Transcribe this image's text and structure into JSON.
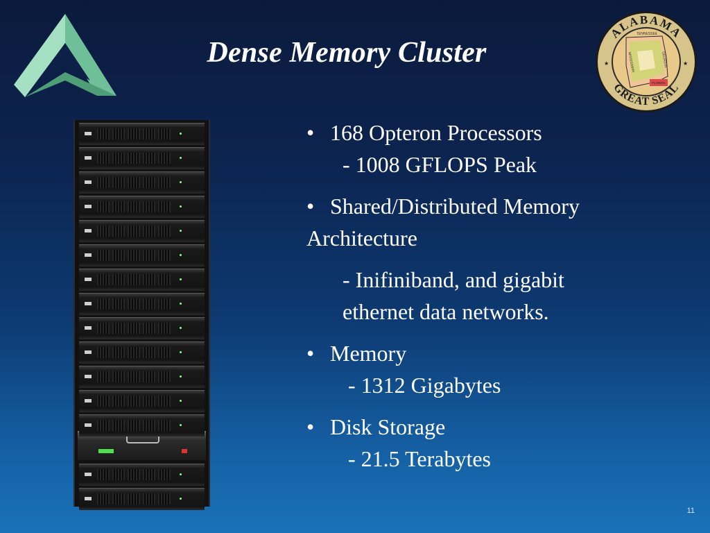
{
  "slide": {
    "title": "Dense Memory Cluster",
    "page_number": "11"
  },
  "seal": {
    "top_text": "ALABAMA",
    "bottom_text": "GREAT SEAL",
    "states": [
      "TENNESSEE",
      "MISSISSIPPI",
      "GEORGIA",
      "FLORIDA"
    ]
  },
  "bullets": [
    {
      "text": "168 Opteron Processors",
      "sub": [
        "- 1008 GFLOPS Peak"
      ]
    },
    {
      "text": "Shared/Distributed Memory",
      "continuation": "Architecture",
      "sub": [
        "- Inifiniband, and gigabit",
        "ethernet data networks."
      ]
    },
    {
      "text": "Memory",
      "sub": [
        "- 1312 Gigabytes"
      ]
    },
    {
      "text": "Disk Storage",
      "sub": [
        "- 21.5 Terabytes"
      ]
    }
  ],
  "bullet_symbol": "•",
  "colors": {
    "logo_green": "#8fd3b0",
    "seal_gold": "#c9a54a",
    "text": "#ffffff"
  }
}
